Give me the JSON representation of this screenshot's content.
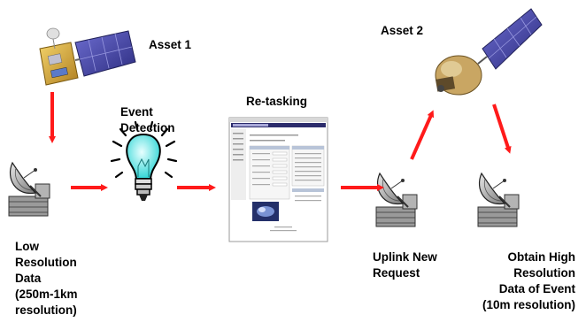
{
  "colors": {
    "arrow": "#ff1a1a",
    "bulb_glow": "#33e0e0",
    "panel": "#4a4aa8",
    "dish": "#8a8a8a"
  },
  "labels": {
    "asset1": "Asset 1",
    "asset2": "Asset 2",
    "event_detection": "Event\nDetection",
    "retasking": "Re-tasking",
    "low_res": "Low\nResolution\nData\n(250m-1km\nresolution)",
    "uplink": "Uplink New\nRequest",
    "obtain": "Obtain High\nResolution\nData of Event\n(10m resolution)"
  },
  "icons": [
    "satellite-1-icon",
    "satellite-2-icon",
    "lightbulb-icon",
    "webpage-screenshot-icon",
    "ground-station-dish-icon"
  ]
}
